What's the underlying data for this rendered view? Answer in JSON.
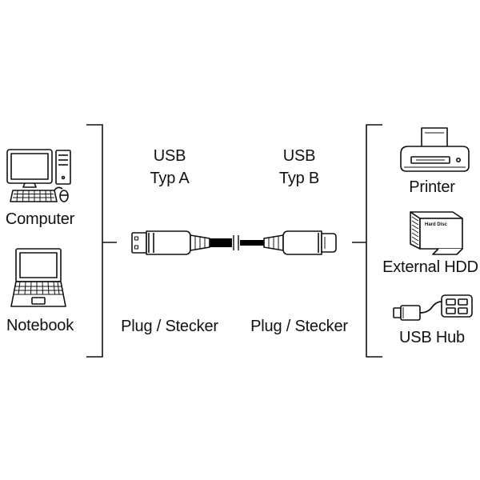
{
  "left_devices": {
    "computer_label": "Computer",
    "notebook_label": "Notebook"
  },
  "connector_a": {
    "line1": "USB",
    "line2": "Typ A",
    "caption": "Plug / Stecker"
  },
  "connector_b": {
    "line1": "USB",
    "line2": "Typ B",
    "caption": "Plug / Stecker"
  },
  "right_devices": {
    "printer_label": "Printer",
    "hdd_label": "External HDD",
    "hdd_case_text": "Hard Disc",
    "hub_label": "USB Hub"
  },
  "colors": {
    "line": "#111111",
    "cable": "#000000",
    "plug_fill": "#ffffff",
    "background": "#ffffff"
  },
  "icons": [
    "computer-icon",
    "notebook-icon",
    "usb-a-plug-icon",
    "usb-b-plug-icon",
    "printer-icon",
    "external-hdd-icon",
    "usb-hub-icon"
  ]
}
